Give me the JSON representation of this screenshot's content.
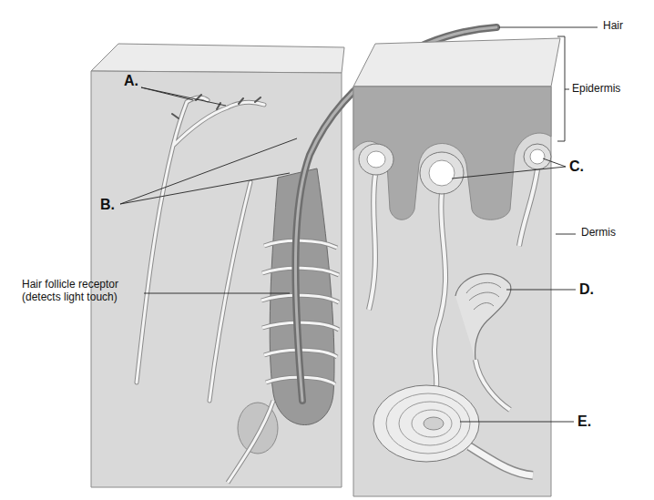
{
  "diagram": {
    "labels": [
      "Hair",
      "A.",
      "Epidermis",
      "B.",
      "C.",
      "Dermis",
      "Hair follicle receptor (detects light touch)",
      "D.",
      "E."
    ]
  }
}
